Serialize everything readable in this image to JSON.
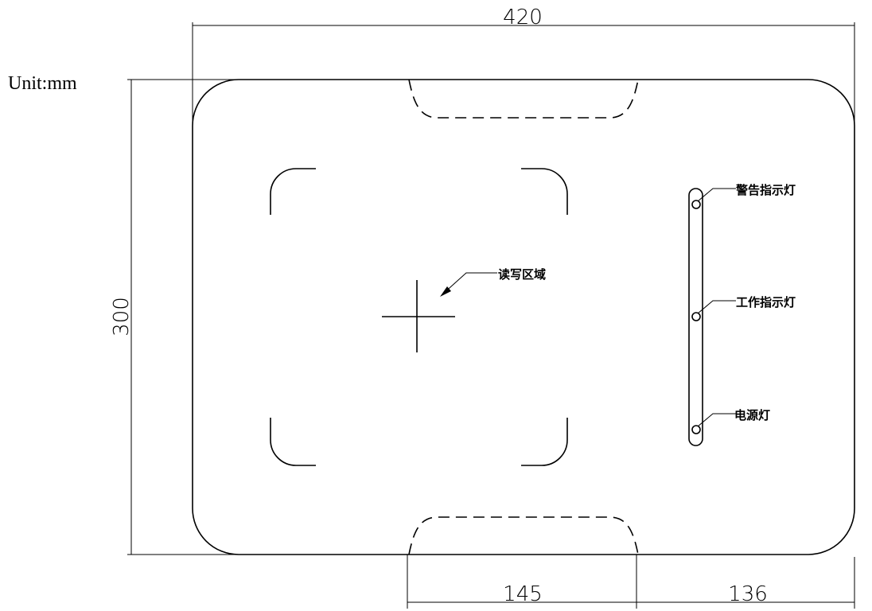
{
  "unit_label": "Unit:mm",
  "dimensions": {
    "width": "420",
    "height": "300",
    "notch_width": "145",
    "notch_offset": "136"
  },
  "labels": {
    "read_write_area": "读写区域",
    "warning_light": "警告指示灯",
    "working_light": "工作指示灯",
    "power_light": "电源灯"
  }
}
